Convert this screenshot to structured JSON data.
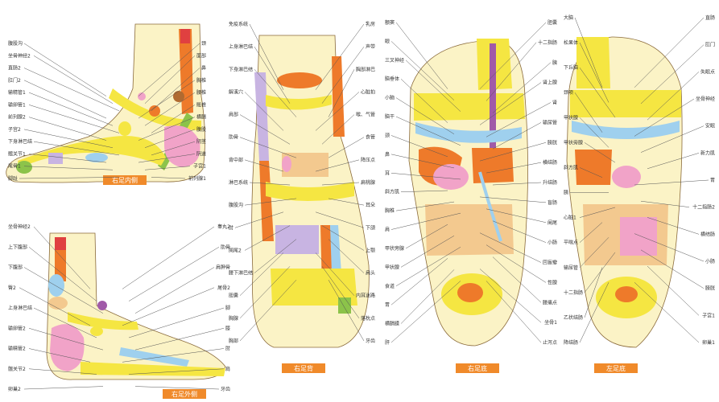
{
  "panels": {
    "inner": {
      "caption": "右足内侧",
      "labels": [
        "腹股沟",
        "坐骨神经2",
        "直肠2",
        "肛门2",
        "输精管1",
        "输卵管1",
        "前列腺2",
        "子宫2",
        "下身淋巴结",
        "髋关节1",
        "尾骨1",
        "脚趾",
        "颈",
        "面部",
        "鼻",
        "胸椎",
        "腰椎",
        "骶椎",
        "横膈",
        "腹股",
        "阴茎",
        "阴道",
        "子宫1",
        "前列腺1"
      ]
    },
    "outer": {
      "caption": "右足外侧",
      "labels": [
        "坐骨神经2",
        "上下腹部",
        "下腹部",
        "臀2",
        "上身淋巴结",
        "输卵管2",
        "输精管2",
        "髋关节2",
        "卵巢2",
        "睾丸2",
        "肋骨",
        "肩胛骨",
        "尾骨2",
        "脚",
        "膝",
        "肘",
        "肩",
        "牙齿"
      ]
    },
    "top": {
      "caption": "右足背",
      "labels": [
        "免疫系统",
        "上身淋巴结",
        "下身淋巴结",
        "解溪穴",
        "肩部",
        "肋骨",
        "背中部",
        "淋巴系统",
        "腹股沟",
        "肘",
        "阑尾2",
        "腰下淋巴结",
        "胆囊",
        "胸腺",
        "胸部",
        "乳房",
        "声带",
        "胸部淋巴",
        "心脏拍",
        "喉、气管",
        "食管",
        "降压点",
        "扁桃腺",
        "耳朵",
        "下颌",
        "上颚",
        "肩头",
        "内耳迷路",
        "落枕点",
        "牙齿"
      ]
    },
    "sole": {
      "caption": "右足底",
      "labels": [
        "额窦",
        "眼",
        "三叉神经",
        "脑垂体",
        "小脑",
        "脑干",
        "颈",
        "鼻",
        "耳",
        "斜方肌",
        "胸椎",
        "肩",
        "甲状旁腺",
        "甲状腺",
        "食道",
        "胃",
        "横膈膜",
        "肝",
        "胆囊",
        "十二指肠",
        "胰",
        "肾上腺",
        "肾",
        "输尿管",
        "膀胱",
        "横结肠",
        "升结肠",
        "盲肠",
        "阑尾",
        "小肠",
        "回盲瓣",
        "性腺",
        "腰痛点",
        "坐骨1",
        "止泻点"
      ]
    },
    "left": {
      "caption": "左足底",
      "labels": [
        "大脑",
        "松果体",
        "下丘脑",
        "颈项",
        "甲状腺",
        "甲状旁腺",
        "斜方肌",
        "胰",
        "心脏1",
        "平喘点",
        "输尿管",
        "十二指肠",
        "乙状结肠",
        "降结肠",
        "直肠",
        "肛门",
        "失眠点",
        "坐骨神经",
        "安眠",
        "新力肌",
        "胃",
        "十二指肠2",
        "横结肠",
        "小肠",
        "膀胱",
        "子宫1",
        "卵巢1"
      ]
    }
  },
  "colors": {
    "skin": "#fbf3c6",
    "yellow": "#f5e642",
    "orange": "#ee7a2a",
    "pink": "#f1a3c8",
    "lavender": "#c8b4e2",
    "blue": "#9fd0ee",
    "green": "#8cc34a",
    "tan": "#f3c98f",
    "caption": "#f08a2a",
    "purple": "#a05aa8",
    "red": "#e04040",
    "brown": "#b06a30"
  }
}
